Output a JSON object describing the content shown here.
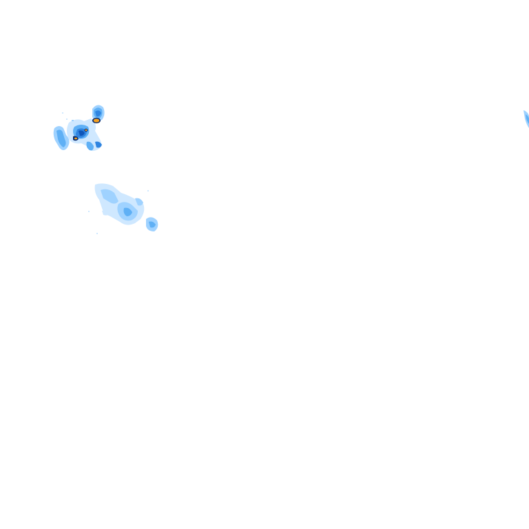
{
  "map": {
    "kind": "rain radar overlay tile",
    "background_color": "#ffffff",
    "palette": {
      "very_light": "#cfe8ff",
      "light": "#9fd2ff",
      "medium": "#5fb0f5",
      "moderate": "#2f84e0",
      "heavy": "#0f56b8",
      "very_heavy": "#0a2d6e",
      "intense": "#f4a020",
      "extreme": "#d95c10"
    },
    "echoes": [
      {
        "name": "echo-cluster-northwest",
        "intensity_levels": [
          "very_light",
          "light",
          "medium",
          "moderate",
          "heavy",
          "very_heavy",
          "intense"
        ]
      },
      {
        "name": "echo-band-central",
        "intensity_levels": [
          "very_light",
          "light",
          "medium"
        ]
      },
      {
        "name": "echo-edge-east",
        "intensity_levels": [
          "light",
          "medium"
        ]
      }
    ]
  }
}
